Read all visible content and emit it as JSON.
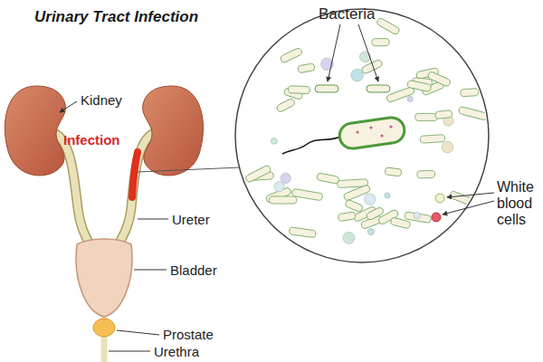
{
  "diagram": {
    "title": "Urinary Tract Infection",
    "labels": [
      "Kidney",
      "Infection",
      "Ureter",
      "Bladder",
      "Prostate",
      "Urethra",
      "Bacteria",
      "White blood cells"
    ]
  }
}
